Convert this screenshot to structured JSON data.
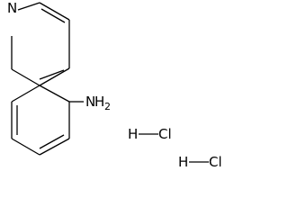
{
  "molecule": {
    "ring_nitrogen": "N",
    "amine_nitrogen": "N",
    "amine_hydrogen": "H",
    "amine_hydrogen_count": "2",
    "salt": [
      {
        "hydrogen": "H",
        "chlorine": "Cl"
      },
      {
        "hydrogen": "H",
        "chlorine": "Cl"
      }
    ]
  },
  "colors": {
    "bond": "#000000",
    "label": "#000000",
    "background": "#ffffff"
  }
}
